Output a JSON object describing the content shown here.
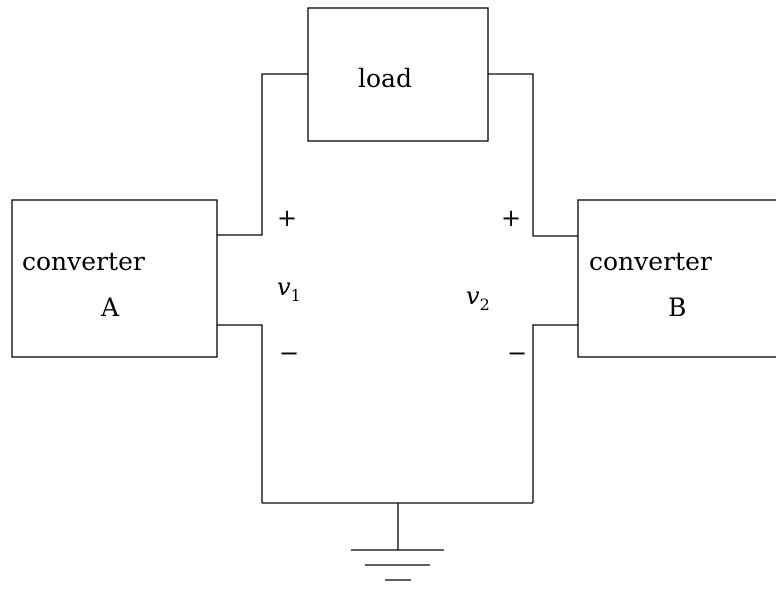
{
  "load": {
    "label": "load"
  },
  "converter_a": {
    "line1": "converter",
    "line2": "A"
  },
  "converter_b": {
    "line1": "converter",
    "line2": "B"
  },
  "voltage_1": {
    "symbol": "v",
    "subscript": "1",
    "plus": "+",
    "minus": "−"
  },
  "voltage_2": {
    "symbol": "v",
    "subscript": "2",
    "plus": "+",
    "minus": "−"
  }
}
